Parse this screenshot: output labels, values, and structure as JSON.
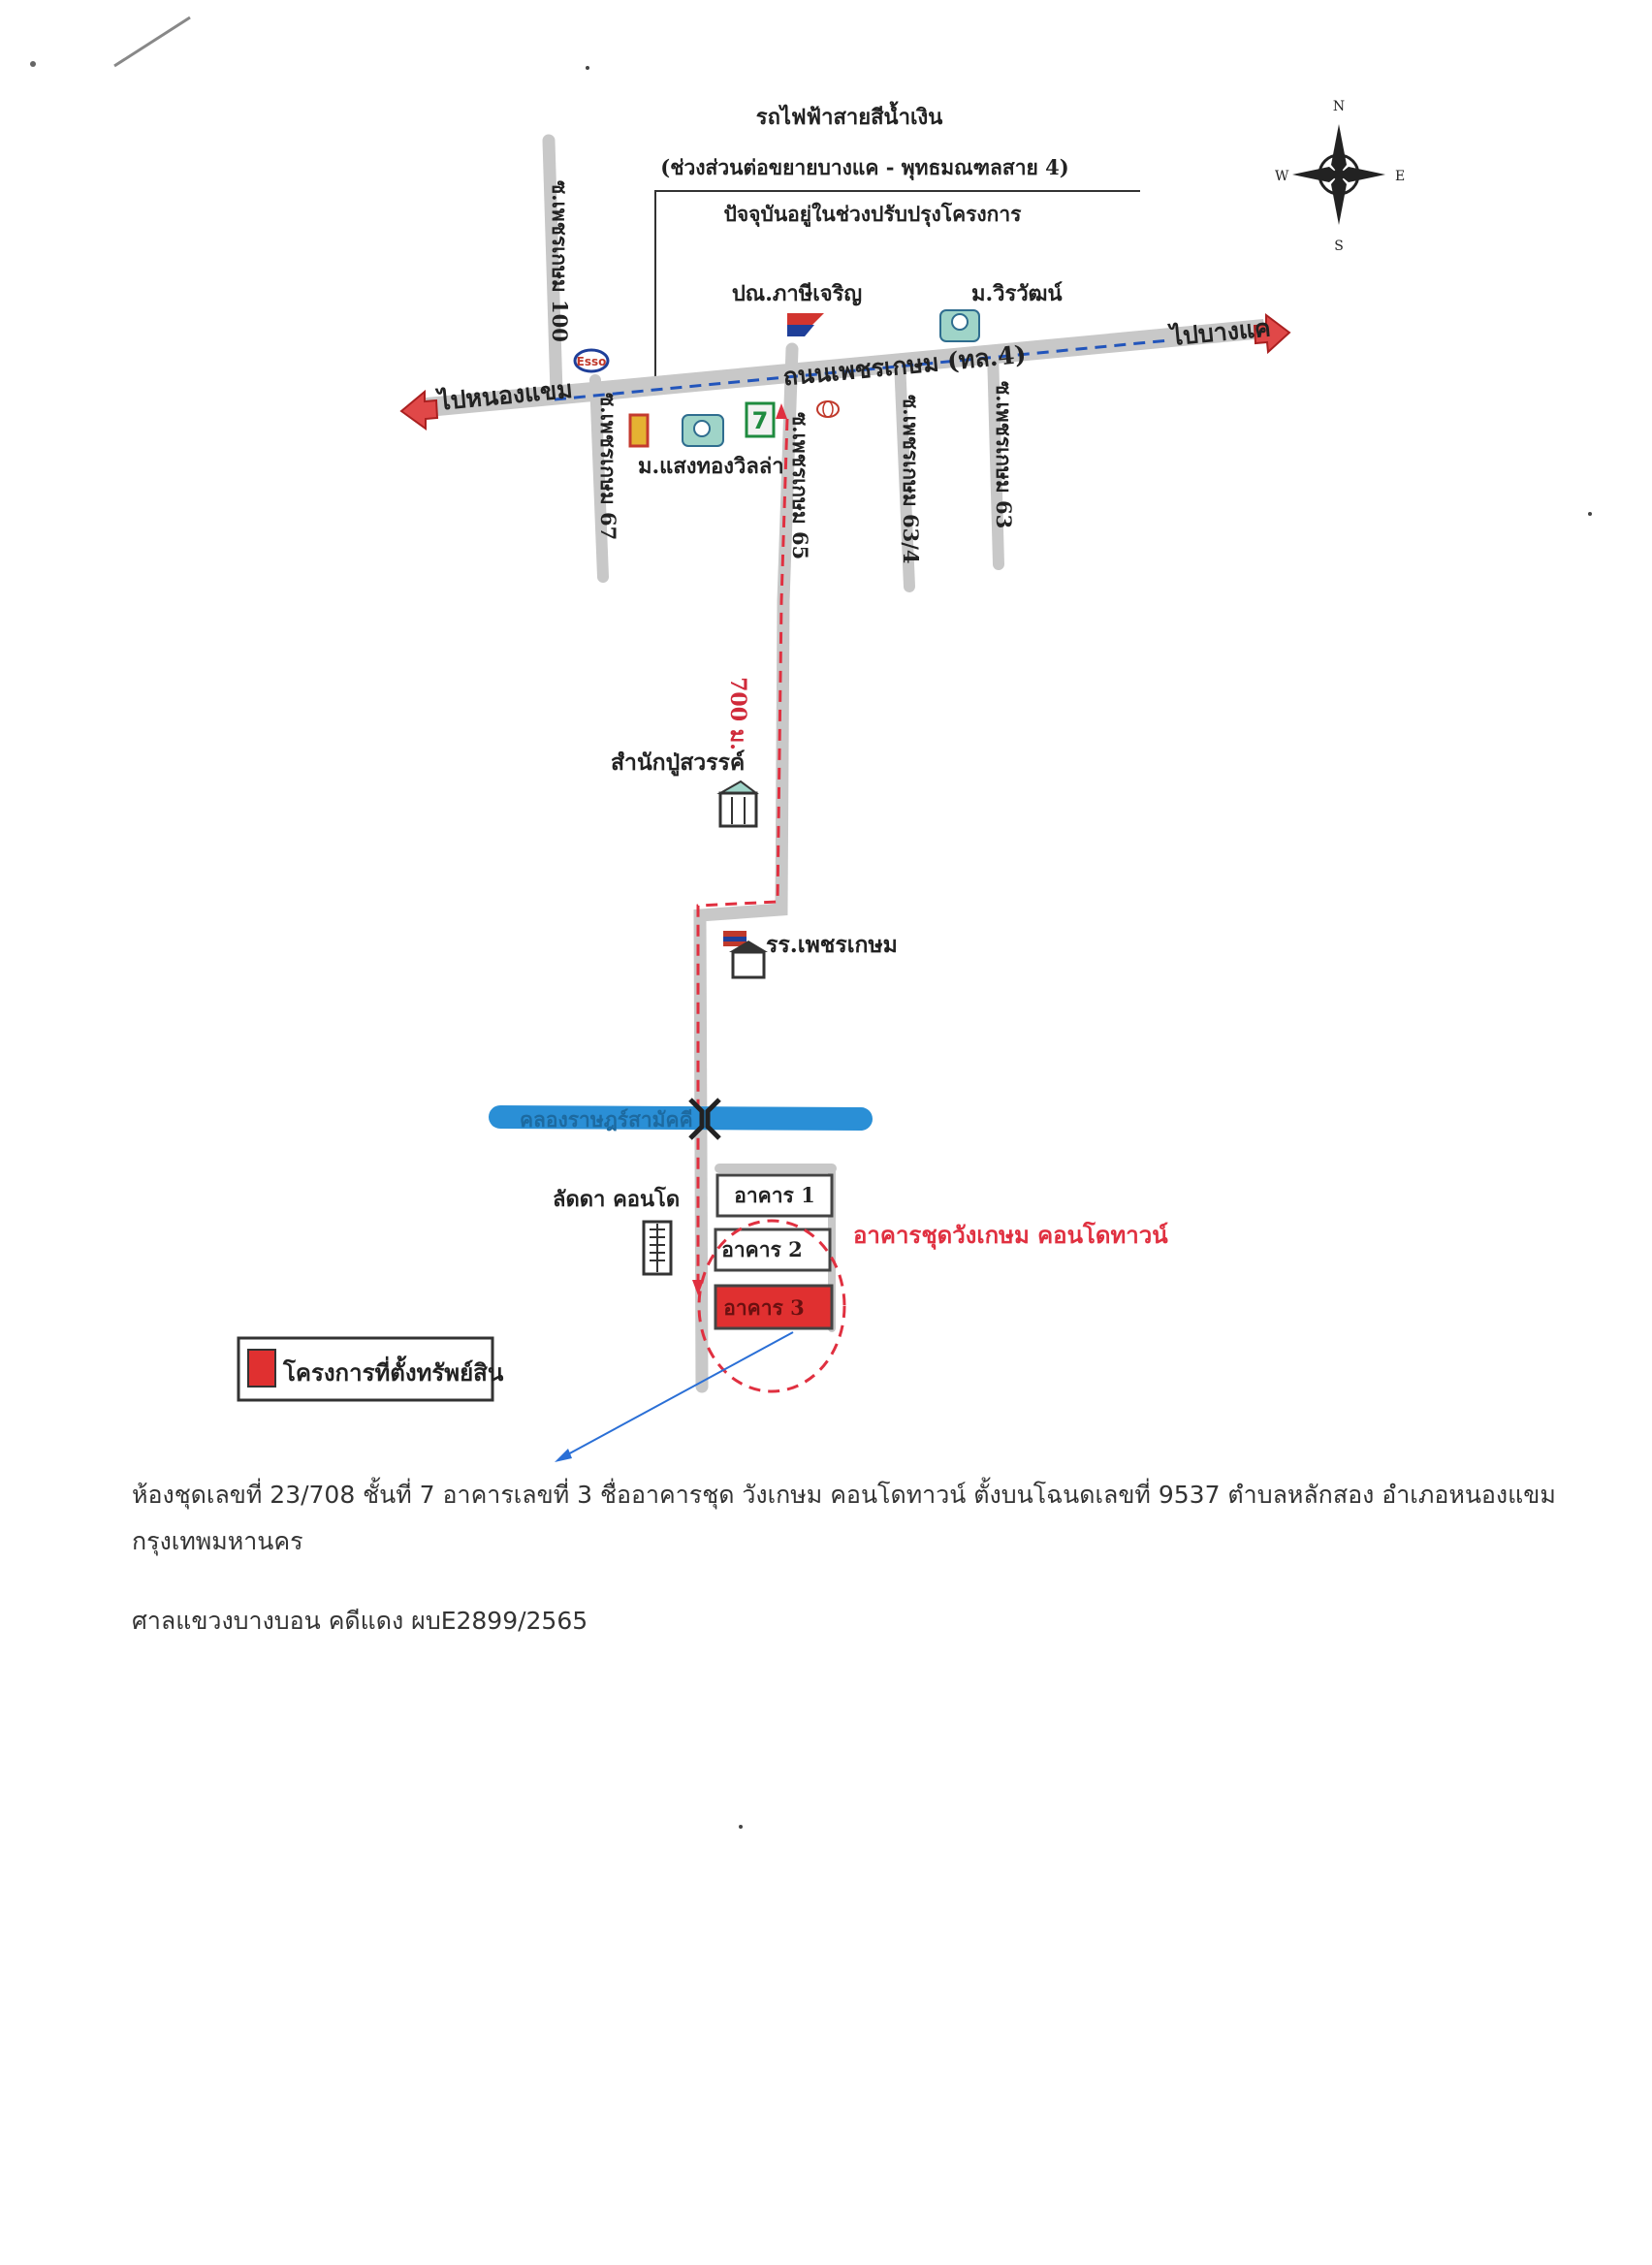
{
  "transit": {
    "line1": "รถไฟฟ้าสายสีน้ำเงิน",
    "line2": "(ช่วงส่วนต่อขยายบางแค - พุทธมณฑลสาย 4)",
    "line3": "ปัจจุบันอยู่ในช่วงปรับปรุงโครงการ"
  },
  "compass": {
    "n": "N",
    "s": "S",
    "e": "E",
    "w": "W"
  },
  "main_road": {
    "name": "ถนนเพชรเกษม (ทล.4)",
    "to_west": "ไปหนองแขม",
    "to_east": "ไปบางแค"
  },
  "sois": {
    "soi100": "ซ.เพชรเกษม 100",
    "soi67": "ซ.เพชรเกษม 67",
    "soi65": "ซ.เพชรเกษม 65",
    "soi634": "ซ.เพชรเกษม 63/4",
    "soi63": "ซ.เพชรเกษม 63"
  },
  "landmarks": {
    "gas_station": "ปณ.ภาษีเจริญ",
    "village_wirawat": "ม.วิรวัฒน์",
    "village_saengthong": "ม.แสงทองวิลล่า",
    "esso": "Esso",
    "office": "สำนักปู่สวรรค์",
    "school": "รร.เพชรเกษม",
    "canal": "คลองราษฎร์สามัคคี",
    "sadda_condo": "ลัดดา คอนโด"
  },
  "distance": "700 ม.",
  "buildings": {
    "b1": "อาคาร 1",
    "b2": "อาคาร 2",
    "b3": "อาคาร 3",
    "project_name": "อาคารชุดวังเกษม คอนโดทาวน์"
  },
  "legend": {
    "label": "โครงการที่ตั้งทรัพย์สิน"
  },
  "document": {
    "line1": "ห้องชุดเลขที่ 23/708 ชั้นที่ 7 อาคารเลขที่ 3 ชื่ออาคารชุด วังเกษม คอนโดทาวน์ ตั้งบนโฉนดเลขที่ 9537 ตำบลหลักสอง อำเภอหนองแขม",
    "line2": "กรุงเทพมหานคร",
    "line3": "ศาลแขวงบางบอน คดีแดง ผบE2899/2565"
  },
  "colors": {
    "road": "#c8c8c8",
    "brt_line": "#2255bb",
    "route": "#e03040",
    "canal": "#2a8fd6",
    "target": "#e03030",
    "arrow": "#e04848"
  }
}
